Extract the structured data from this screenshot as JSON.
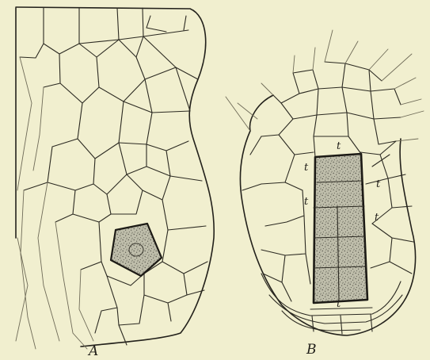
{
  "panels": [
    {
      "id": "A",
      "label": "A"
    },
    {
      "id": "B",
      "label": "B",
      "cell_labels": [
        "t",
        "t",
        "t",
        "t",
        "t",
        "t"
      ]
    }
  ],
  "colors": {
    "background": "#f1efcf",
    "ink": "#2c2a22",
    "stipple": "#b9b8a4"
  }
}
